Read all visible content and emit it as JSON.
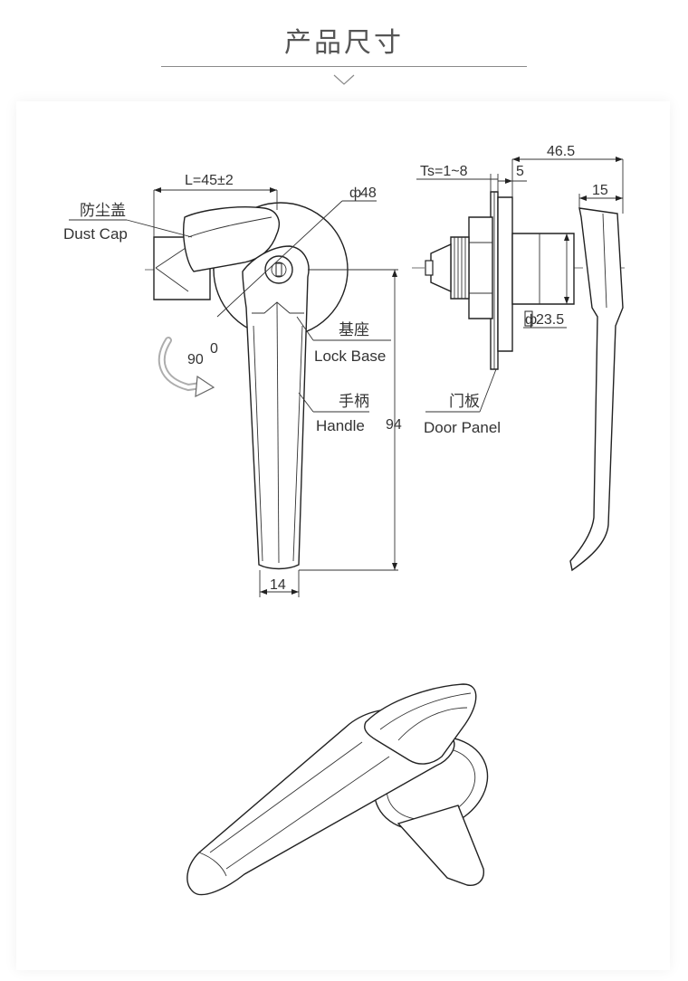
{
  "header": {
    "title": "产品尺寸"
  },
  "front_view": {
    "dim_length": "L=45±2",
    "dim_diameter": "48",
    "dim_height": "94",
    "dim_width": "14",
    "rotation": "90",
    "rotation_unit": "0",
    "dust_cap_cn": "防尘盖",
    "dust_cap_en": "Dust Cap",
    "lock_base_cn": "基座",
    "lock_base_en": "Lock Base",
    "handle_cn": "手柄",
    "handle_en": "Handle"
  },
  "side_view": {
    "dim_total": "46.5",
    "dim_ts": "Ts=1~8",
    "dim_five": "5",
    "dim_fifteen": "15",
    "dim_diameter": "23.5",
    "door_panel_cn": "门板",
    "door_panel_en": "Door Panel"
  },
  "icons": {
    "diameter_symbol": "diameter-icon",
    "section_marker": "chevron-down-icon"
  }
}
